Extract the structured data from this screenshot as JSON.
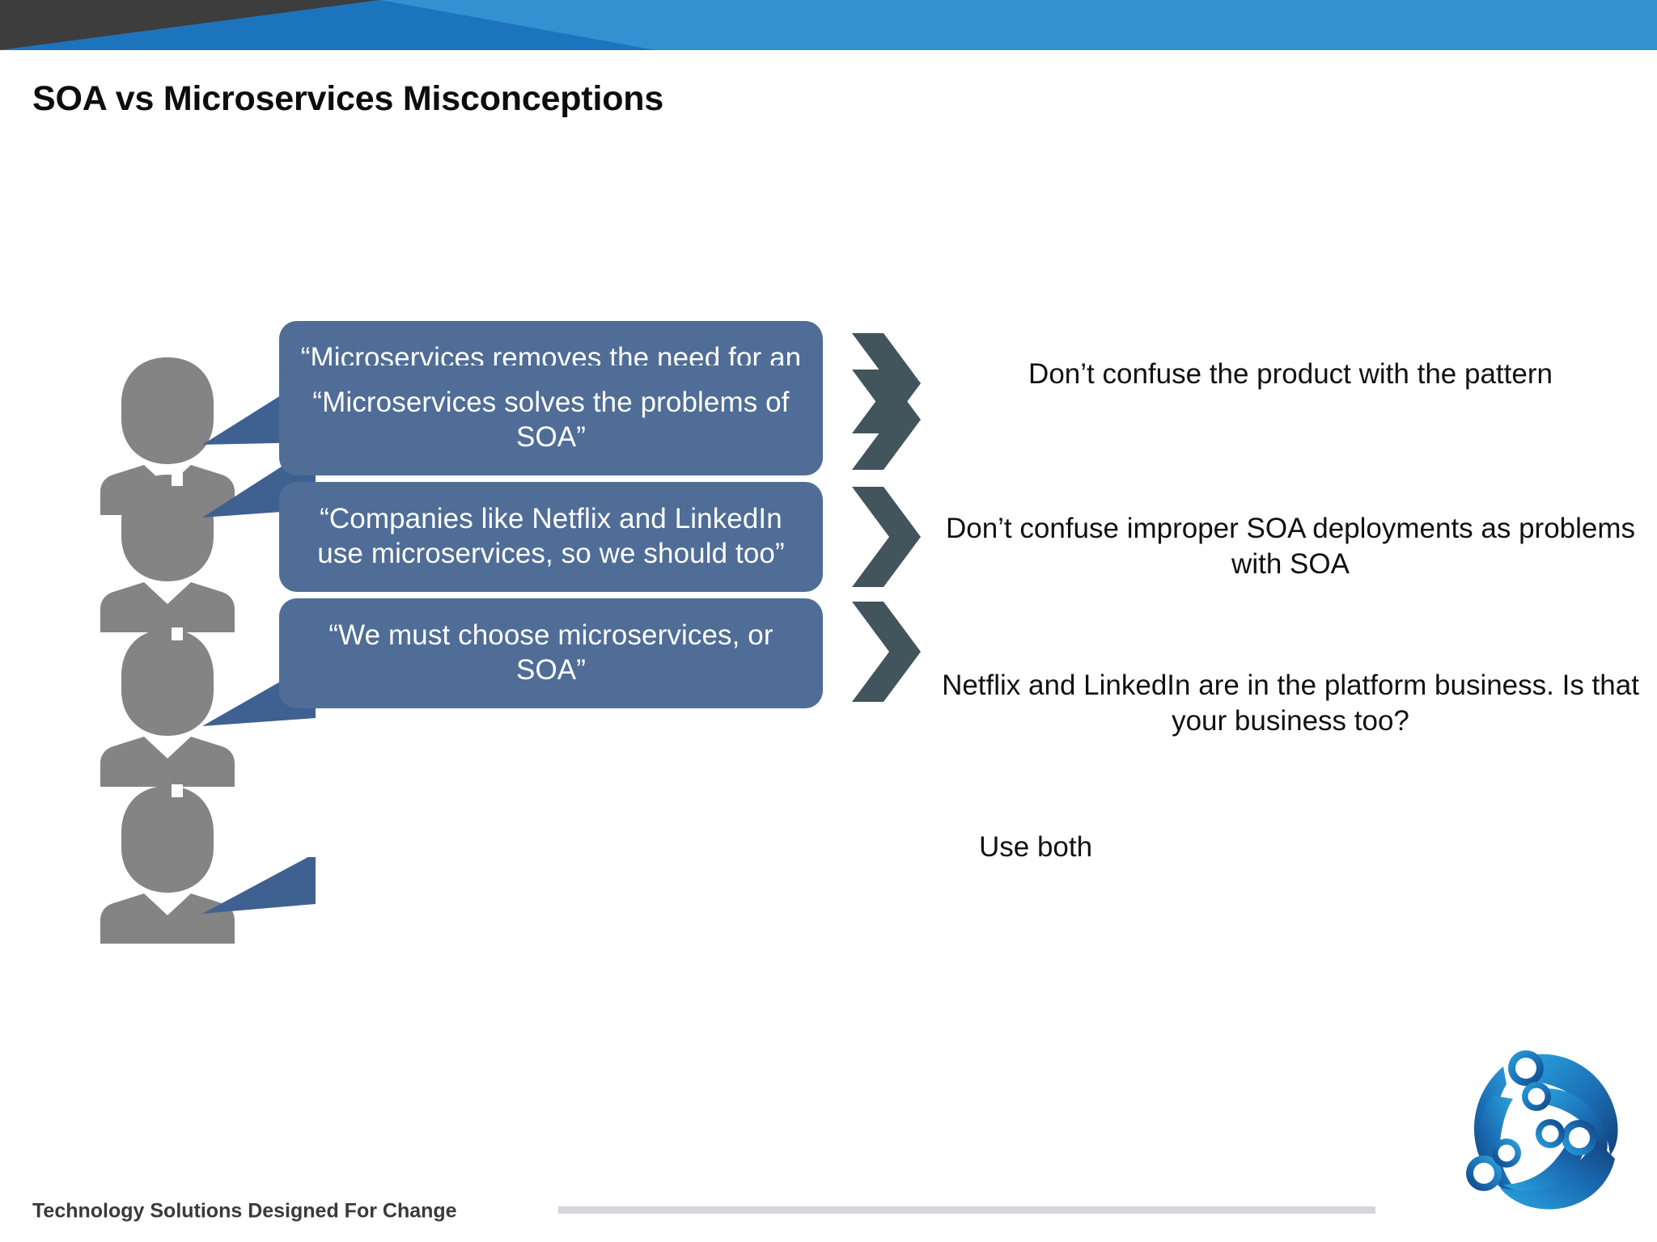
{
  "slide": {
    "title": "SOA vs Microservices  Misconceptions",
    "accent_blue": "#3491d1",
    "accent_blue_dark": "#1b74bc",
    "accent_charcoal": "#3d3d3d",
    "bubble_color": "#4f6d96",
    "chevron_color": "#42555c",
    "person_color": "#848484"
  },
  "rows": [
    {
      "person_icon": "person-silhouette-icon",
      "quote": "“Microservices removes the need for an Enterprise Service Bus”",
      "arrow_icon": "chevron-right-icon",
      "response": "Don’t confuse the product with the pattern"
    },
    {
      "person_icon": "person-silhouette-icon",
      "quote": "“Microservices solves the problems of SOA”",
      "arrow_icon": "chevron-right-icon",
      "response": "Don’t confuse improper SOA deployments as problems with SOA"
    },
    {
      "person_icon": "person-silhouette-icon",
      "quote": "“Companies like Netflix and LinkedIn use microservices, so we should too”",
      "arrow_icon": "chevron-right-icon",
      "response": "Netflix and LinkedIn are in the platform business. Is that your business too?"
    },
    {
      "person_icon": "person-silhouette-icon",
      "quote": "“We must choose microservices, or SOA”",
      "arrow_icon": "chevron-right-icon",
      "response": "Use both"
    }
  ],
  "footer": {
    "tagline": "Technology Solutions Designed For Change",
    "logo_icon": "company-swirl-logo-icon"
  }
}
